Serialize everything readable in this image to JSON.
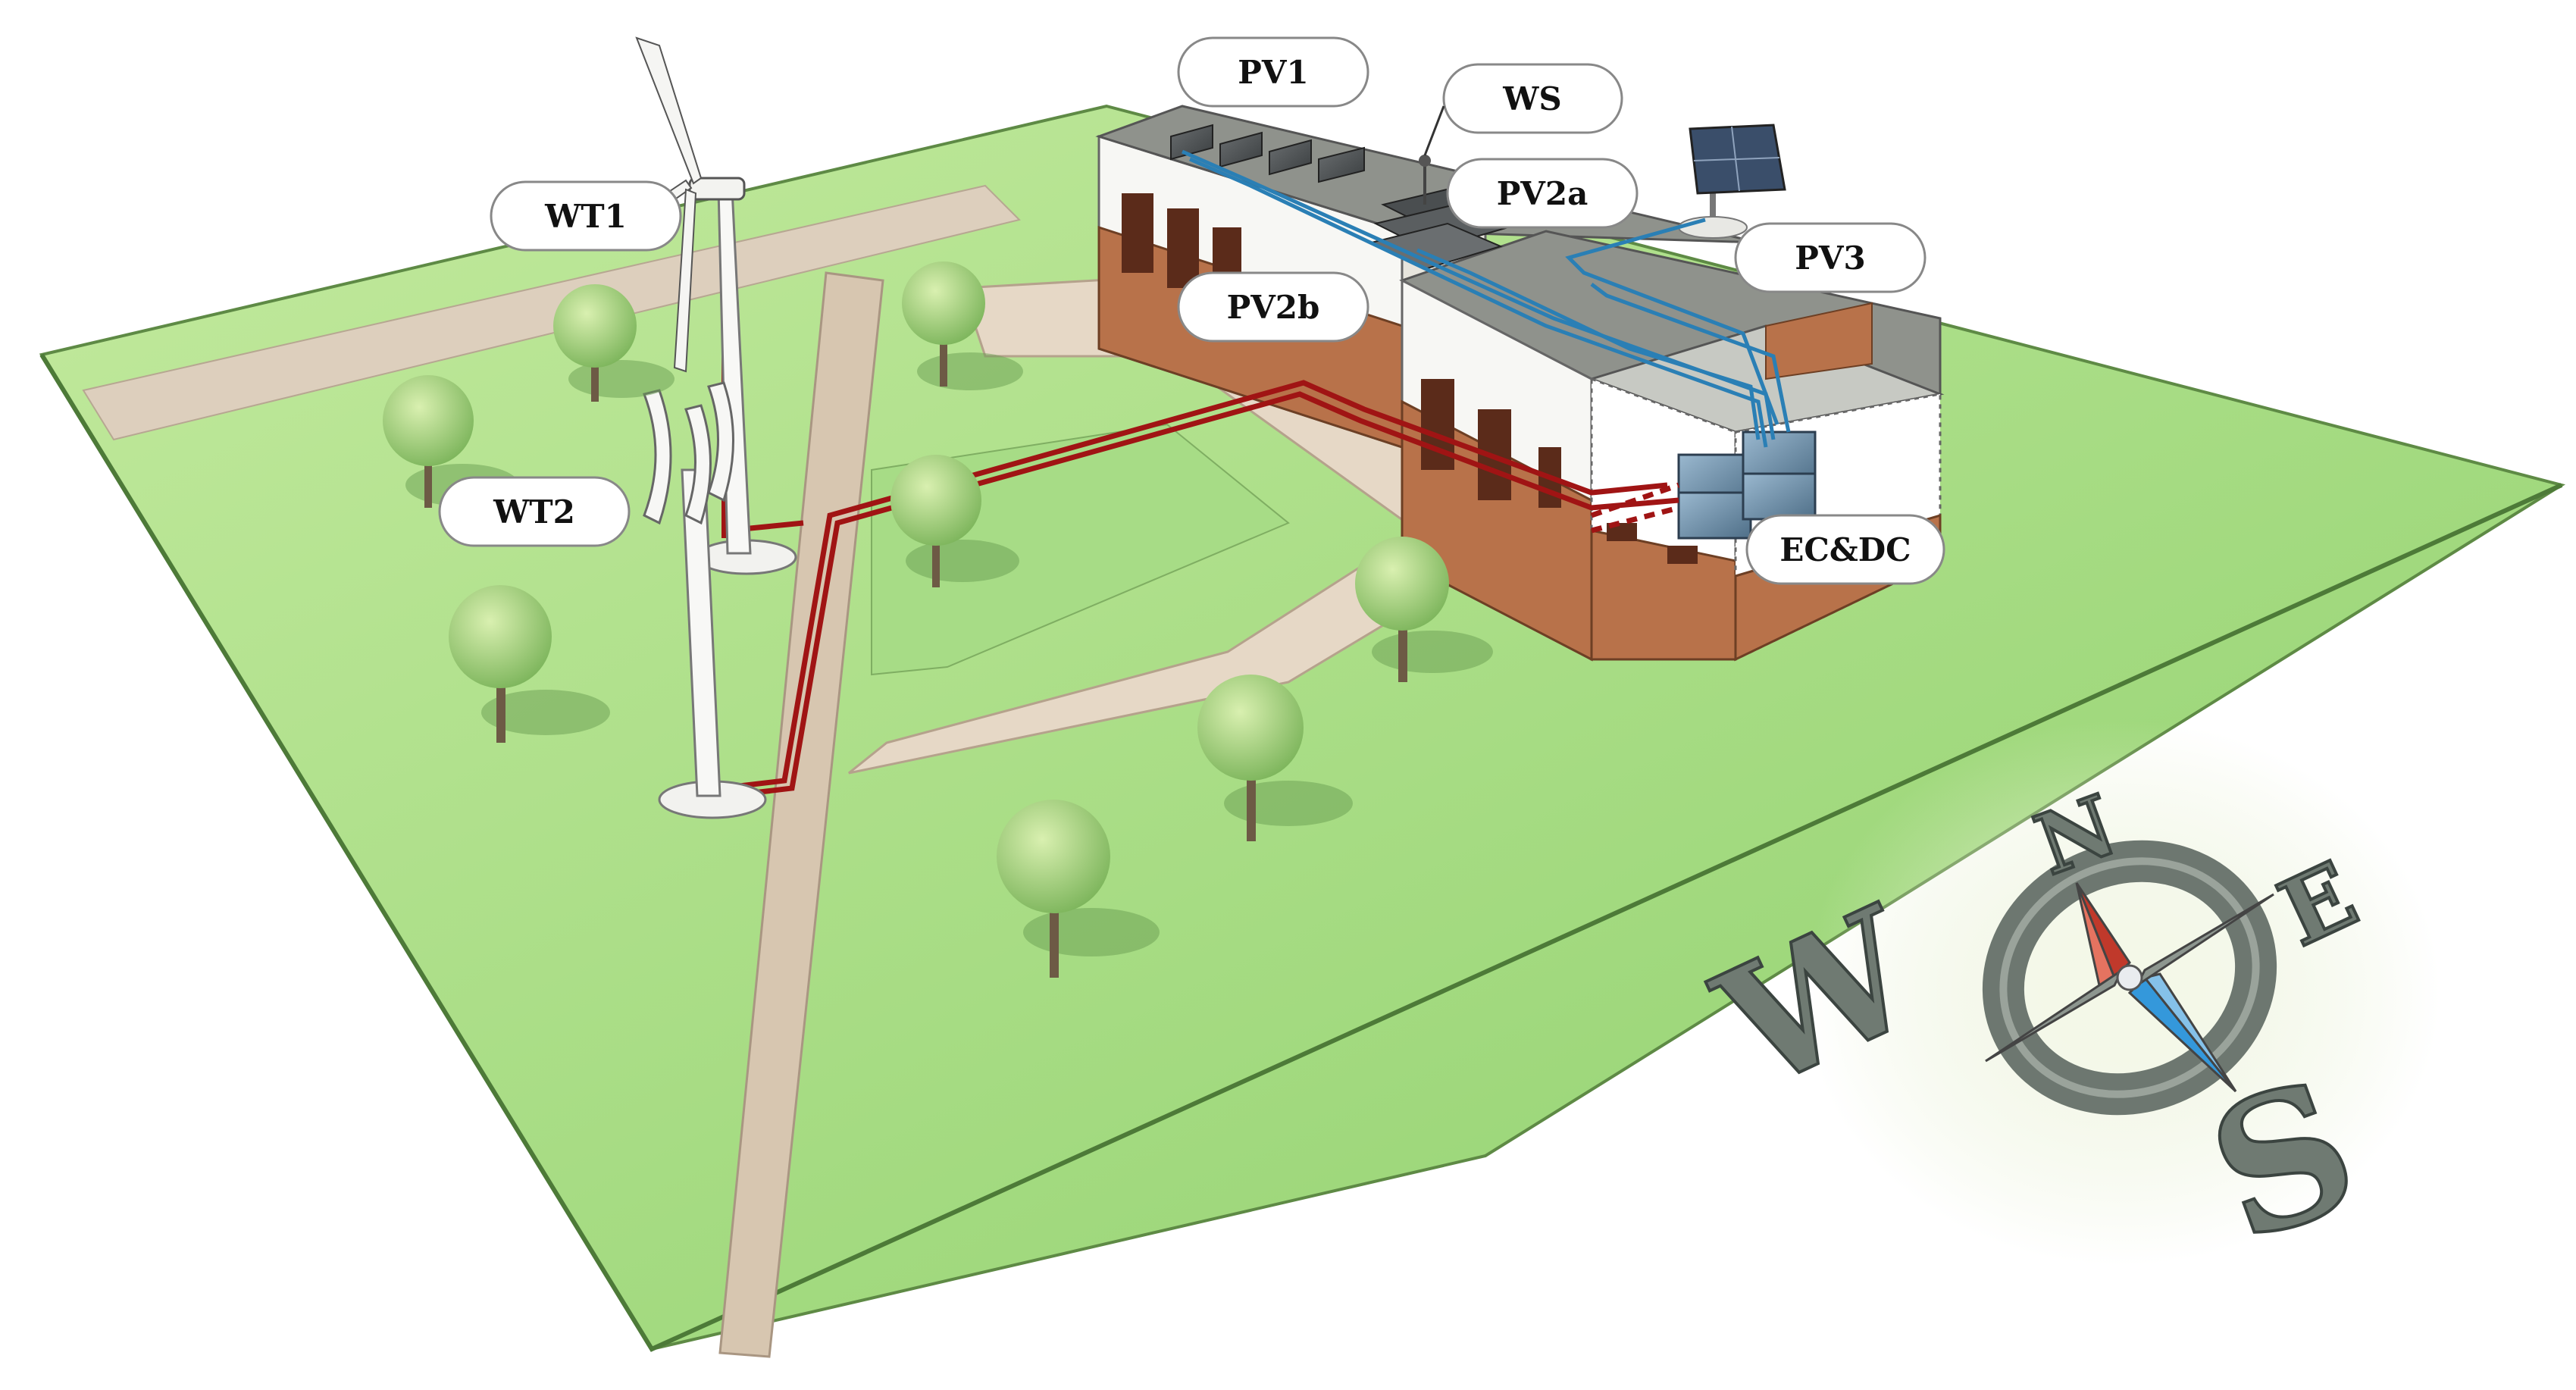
{
  "labels": {
    "pv1": "PV1",
    "ws": "WS",
    "pv2a": "PV2a",
    "pv3": "PV3",
    "wt1": "WT1",
    "pv2b": "PV2b",
    "wt2": "WT2",
    "ecdc": "EC&DC"
  },
  "compass": {
    "n": "N",
    "e": "E",
    "w": "W",
    "s": "S"
  },
  "colors": {
    "grass": "#9ad67a",
    "path": "#d8c7b0",
    "power_cable": "#a01414",
    "data_cable": "#2a7fb5",
    "brick": "#b8724a",
    "wall": "#f7f7f4",
    "roof": "#8f928c"
  }
}
